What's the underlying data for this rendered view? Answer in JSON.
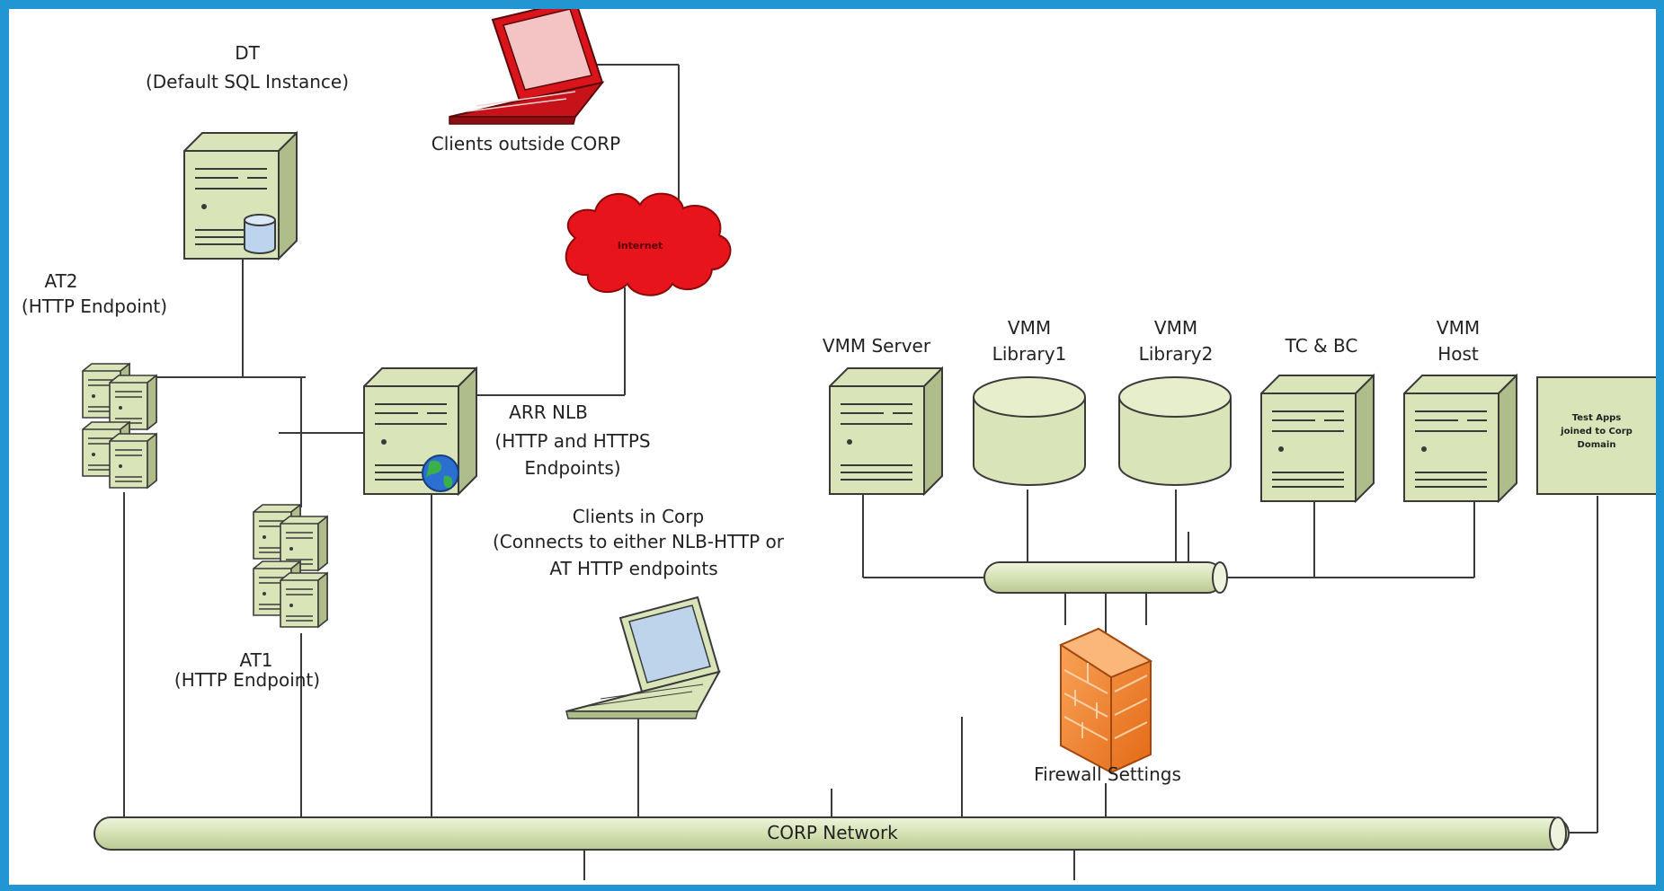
{
  "labels": {
    "dt_title": "DT",
    "dt_sub": "(Default SQL Instance)",
    "clients_outside": "Clients outside CORP",
    "internet": "Internet",
    "at2_title": "AT2",
    "at2_sub": "(HTTP Endpoint)",
    "arr_title": "ARR NLB",
    "arr_sub1": "(HTTP and HTTPS",
    "arr_sub2": "Endpoints)",
    "at1_title": "AT1",
    "at1_sub": "(HTTP Endpoint)",
    "clients_in_title": "Clients in Corp",
    "clients_in_sub1": "(Connects to either NLB-HTTP or",
    "clients_in_sub2": "AT HTTP endpoints",
    "vmm_server": "VMM Server",
    "vmm_library1_a": "VMM",
    "vmm_library1_b": "Library1",
    "vmm_library2_a": "VMM",
    "vmm_library2_b": "Library2",
    "tc_bc": "TC & BC",
    "vmm_host_a": "VMM",
    "vmm_host_b": "Host",
    "test_apps_1": "Test Apps",
    "test_apps_2": "joined to Corp",
    "test_apps_3": "Domain",
    "firewall": "Firewall Settings",
    "corp_network": "CORP Network"
  },
  "colors": {
    "frame": "#2196d3",
    "device_fill": "#d9e5b8",
    "device_stroke": "#3a3a3a",
    "internet_cloud": "#e8141b",
    "laptop_red": "#d9141b",
    "firewall": "#f07a23",
    "bus_fill": "#d5e2b4"
  },
  "icons": [
    "server-icon",
    "database-icon",
    "server-cluster-icon",
    "laptop-icon",
    "cloud-icon",
    "globe-icon",
    "firewall-icon",
    "storage-cylinder-icon"
  ]
}
